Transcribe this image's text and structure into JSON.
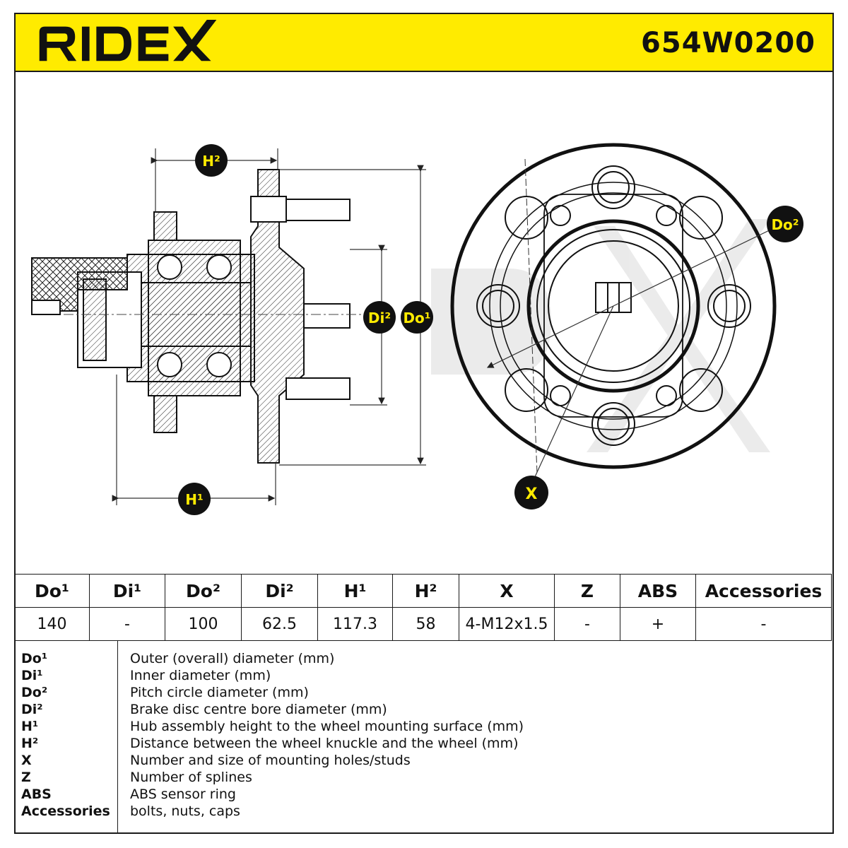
{
  "brand": {
    "name": "RIDEX",
    "part_number": "654W0200",
    "header_color": "#ffeb00"
  },
  "drawing": {
    "callouts": {
      "h2": "H²",
      "h1": "H¹",
      "di2": "Di²",
      "do1": "Do¹",
      "do2": "Do²",
      "x": "X"
    },
    "watermark": "RIDEX"
  },
  "spec_table": {
    "headers": [
      "Do¹",
      "Di¹",
      "Do²",
      "Di²",
      "H¹",
      "H²",
      "X",
      "Z",
      "ABS",
      "Accessories"
    ],
    "values": [
      "140",
      "-",
      "100",
      "62.5",
      "117.3",
      "58",
      "4-M12x1.5",
      "-",
      "+",
      "-"
    ]
  },
  "legend": [
    {
      "key": "Do¹",
      "desc": "Outer (overall) diameter (mm)"
    },
    {
      "key": "Di¹",
      "desc": "Inner diameter (mm)"
    },
    {
      "key": "Do²",
      "desc": "Pitch circle diameter (mm)"
    },
    {
      "key": "Di²",
      "desc": "Brake disc centre bore diameter (mm)"
    },
    {
      "key": "H¹",
      "desc": "Hub assembly height to the wheel mounting surface (mm)"
    },
    {
      "key": "H²",
      "desc": "Distance between the wheel knuckle and the wheel (mm)"
    },
    {
      "key": "X",
      "desc": "Number and size of mounting holes/studs"
    },
    {
      "key": "Z",
      "desc": "Number of splines"
    },
    {
      "key": "ABS",
      "desc": "ABS sensor ring"
    },
    {
      "key": "Accessories",
      "desc": "bolts, nuts, caps"
    }
  ]
}
